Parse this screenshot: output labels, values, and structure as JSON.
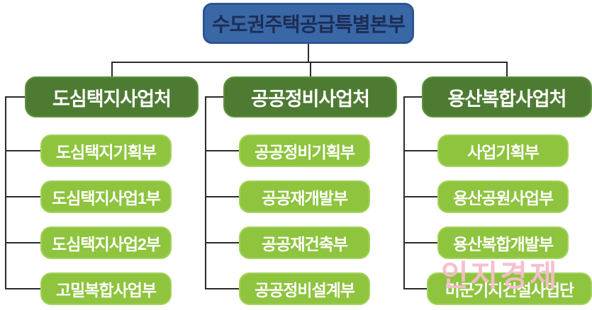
{
  "root": {
    "label": "수도권주택공급특별본부"
  },
  "branches": [
    {
      "label": "도심택지사업처",
      "children": [
        "도심택지기획부",
        "도심택지사업1부",
        "도심택지사업2부",
        "고밀복합사업부"
      ]
    },
    {
      "label": "공공정비사업처",
      "children": [
        "공공정비기획부",
        "공공재개발부",
        "공공재건축부",
        "공공정비설계부"
      ]
    },
    {
      "label": "용산복합사업처",
      "children": [
        "사업기획부",
        "용산공원사업부",
        "용산복합개발부",
        "미군기지건설사업단"
      ]
    }
  ],
  "watermark": "인지경제",
  "colors": {
    "root_fill": "#3A67A6",
    "root_border": "#2B5493",
    "root_text": "#1B2E55",
    "branch_fill": "#4E7B32",
    "branch_border": "#61903F",
    "child_fill": "#8EC43E",
    "child_border": "#A3D25A",
    "line": "#2B2B2B",
    "watermark": "#F6BDCB"
  }
}
